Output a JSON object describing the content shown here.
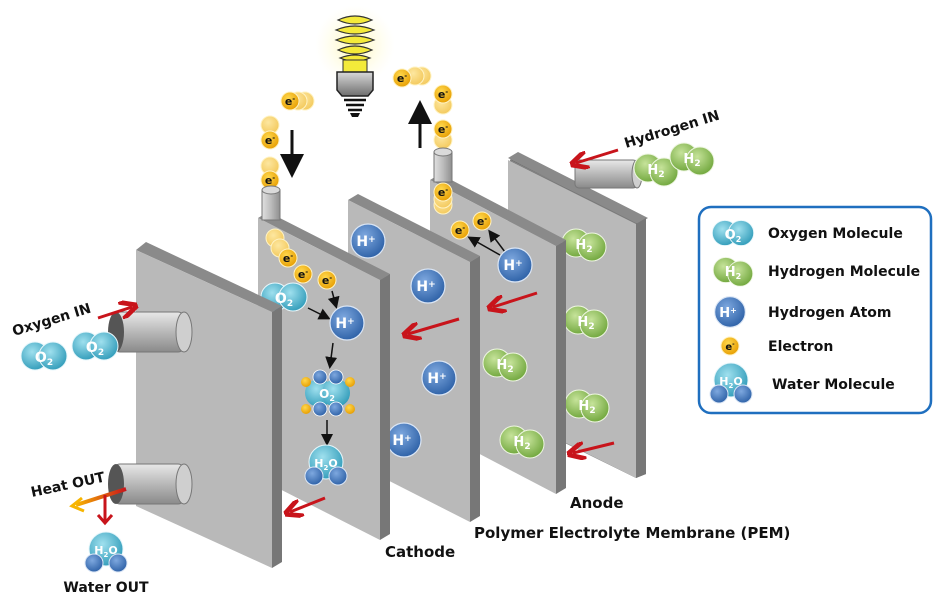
{
  "title": "Polymer Electrolyte Membrane Fuel Cell",
  "labels": {
    "oxygen_in": "Oxygen IN",
    "hydrogen_in": "Hydrogen IN",
    "heat_out": "Heat OUT",
    "water_out": "Water OUT",
    "cathode": "Cathode",
    "anode": "Anode",
    "pem": "Polymer Electrolyte Membrane (PEM)"
  },
  "molecule_text": {
    "o2": "O",
    "o2_sub": "2",
    "h2": "H",
    "h2_sub": "2",
    "hplus": "H",
    "hplus_sup": "+",
    "electron": "e",
    "electron_sup": "-",
    "h2o_h": "H",
    "h2o_sub": "2",
    "h2o_o": "O"
  },
  "legend": {
    "items": [
      {
        "icon": "oxygen-molecule-icon",
        "label": "Oxygen Molecule"
      },
      {
        "icon": "hydrogen-molecule-icon",
        "label": "Hydrogen Molecule"
      },
      {
        "icon": "hydrogen-atom-icon",
        "label": "Hydrogen Atom"
      },
      {
        "icon": "electron-icon",
        "label": "Electron"
      },
      {
        "icon": "water-molecule-icon",
        "label": "Water Molecule"
      }
    ]
  },
  "colors": {
    "oxygen": "#4bb6cf",
    "hydrogen_molecule": "#8cbf4e",
    "hydrogen_atom": "#3d73b8",
    "electron": "#f2b705",
    "arrow_red": "#c8141b",
    "plate_face": "#b9b9b9",
    "plate_edge": "#7a7a7a",
    "legend_border": "#1f6fbf"
  }
}
